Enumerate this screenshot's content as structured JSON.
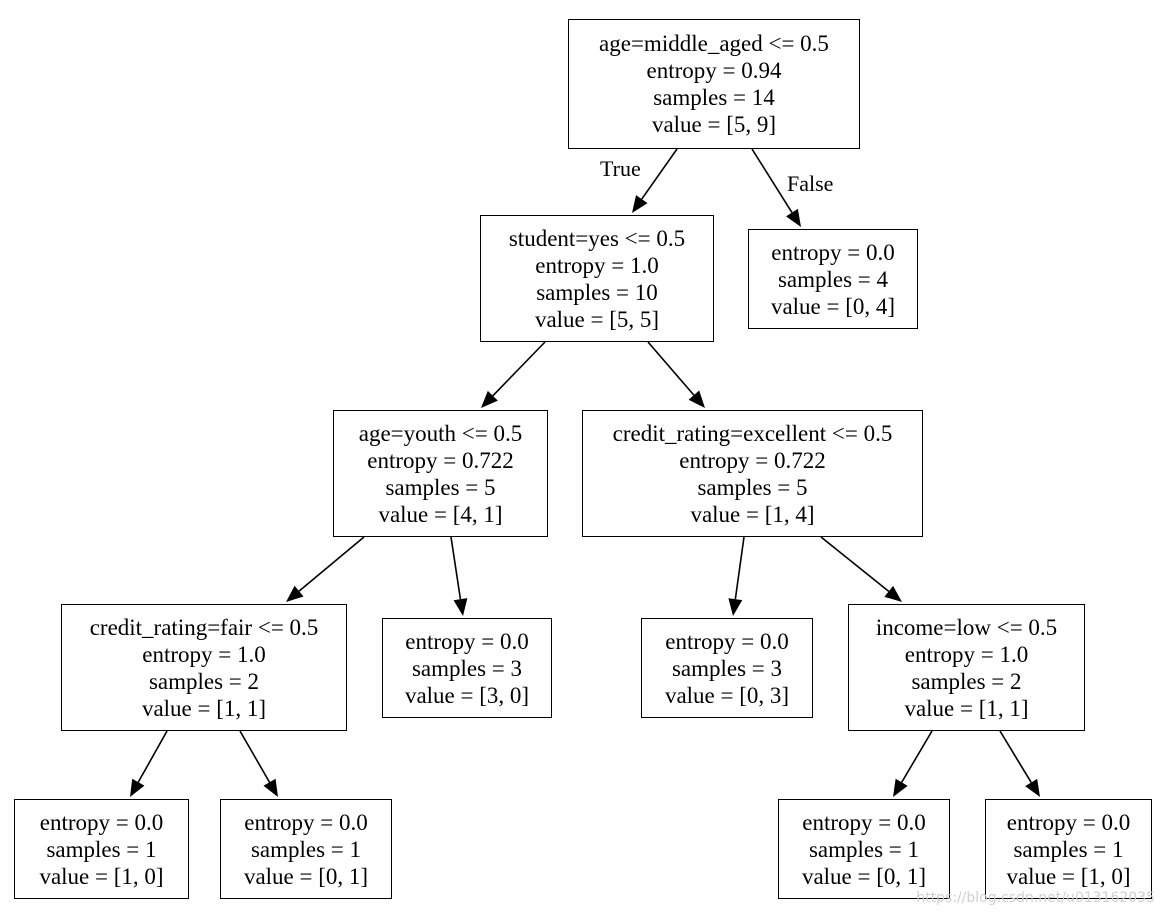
{
  "tree": {
    "nodes": [
      {
        "id": "n0",
        "lines": [
          "age=middle_aged <= 0.5",
          "entropy = 0.94",
          "samples = 14",
          "value = [5, 9]"
        ]
      },
      {
        "id": "n1",
        "lines": [
          "student=yes <= 0.5",
          "entropy = 1.0",
          "samples = 10",
          "value = [5, 5]"
        ]
      },
      {
        "id": "n2",
        "lines": [
          "entropy = 0.0",
          "samples = 4",
          "value = [0, 4]"
        ]
      },
      {
        "id": "n3",
        "lines": [
          "age=youth <= 0.5",
          "entropy = 0.722",
          "samples = 5",
          "value = [4, 1]"
        ]
      },
      {
        "id": "n4",
        "lines": [
          "credit_rating=excellent <= 0.5",
          "entropy = 0.722",
          "samples = 5",
          "value = [1, 4]"
        ]
      },
      {
        "id": "n5",
        "lines": [
          "credit_rating=fair <= 0.5",
          "entropy = 1.0",
          "samples = 2",
          "value = [1, 1]"
        ]
      },
      {
        "id": "n6",
        "lines": [
          "entropy = 0.0",
          "samples = 3",
          "value = [3, 0]"
        ]
      },
      {
        "id": "n7",
        "lines": [
          "entropy = 0.0",
          "samples = 3",
          "value = [0, 3]"
        ]
      },
      {
        "id": "n8",
        "lines": [
          "income=low <= 0.5",
          "entropy = 1.0",
          "samples = 2",
          "value = [1, 1]"
        ]
      },
      {
        "id": "n9",
        "lines": [
          "entropy = 0.0",
          "samples = 1",
          "value = [1, 0]"
        ]
      },
      {
        "id": "n10",
        "lines": [
          "entropy = 0.0",
          "samples = 1",
          "value = [0, 1]"
        ]
      },
      {
        "id": "n11",
        "lines": [
          "entropy = 0.0",
          "samples = 1",
          "value = [0, 1]"
        ]
      },
      {
        "id": "n12",
        "lines": [
          "entropy = 0.0",
          "samples = 1",
          "value = [1, 0]"
        ]
      }
    ],
    "edges": [
      {
        "from": "n0",
        "to": "n1",
        "label": "True"
      },
      {
        "from": "n0",
        "to": "n2",
        "label": "False"
      },
      {
        "from": "n1",
        "to": "n3",
        "label": ""
      },
      {
        "from": "n1",
        "to": "n4",
        "label": ""
      },
      {
        "from": "n3",
        "to": "n5",
        "label": ""
      },
      {
        "from": "n3",
        "to": "n6",
        "label": ""
      },
      {
        "from": "n4",
        "to": "n7",
        "label": ""
      },
      {
        "from": "n4",
        "to": "n8",
        "label": ""
      },
      {
        "from": "n5",
        "to": "n9",
        "label": ""
      },
      {
        "from": "n5",
        "to": "n10",
        "label": ""
      },
      {
        "from": "n8",
        "to": "n11",
        "label": ""
      },
      {
        "from": "n8",
        "to": "n12",
        "label": ""
      }
    ]
  },
  "watermark": "https://blog.csdn.net/u013162035"
}
